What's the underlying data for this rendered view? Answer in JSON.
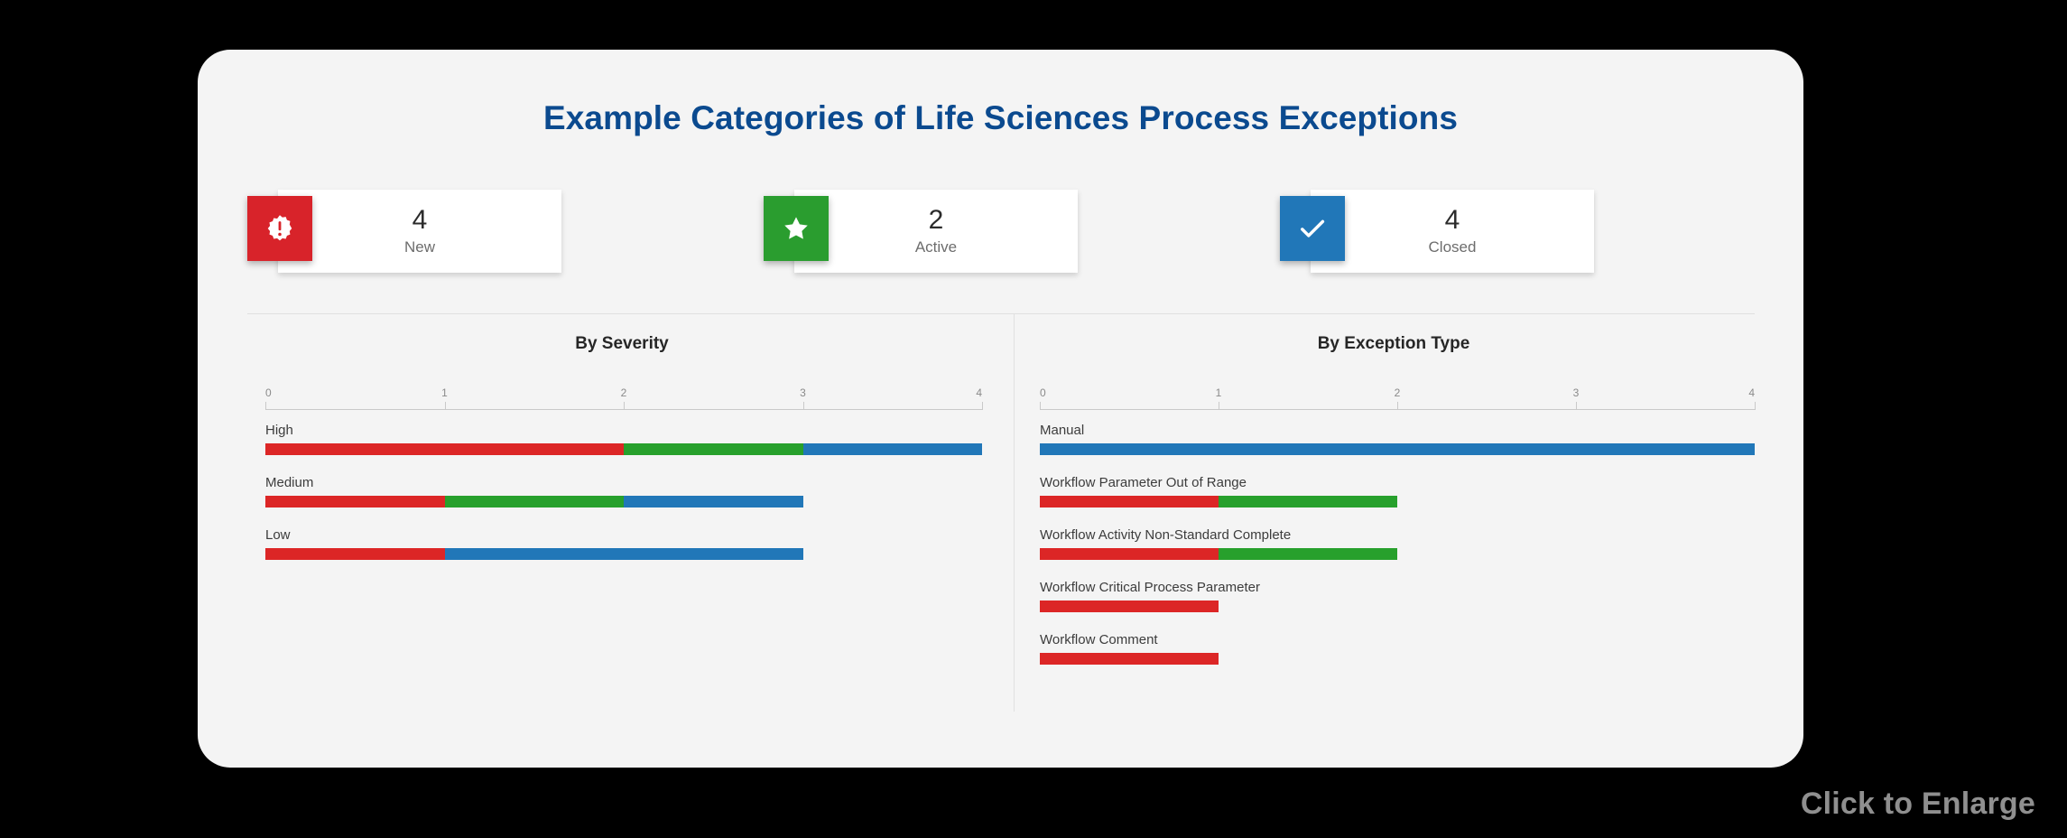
{
  "title": "Example Categories of Life Sciences Process Exceptions",
  "footer": {
    "click_to_enlarge": "Click to Enlarge"
  },
  "colors": {
    "title_blue": "#0b4a8f",
    "red": "#dc2626",
    "green": "#27a02c",
    "blue": "#2177b8",
    "card_background": "#f4f4f4",
    "page_background": "#000000",
    "divider": "#e0e0e0",
    "axis": "#c9c9c9"
  },
  "stats": [
    {
      "value": "4",
      "label": "New",
      "icon": "exclamation-seal-icon",
      "color": "#d8232a"
    },
    {
      "value": "2",
      "label": "Active",
      "icon": "star-icon",
      "color": "#2a9d2f"
    },
    {
      "value": "4",
      "label": "Closed",
      "icon": "check-icon",
      "color": "#2177b8"
    }
  ],
  "chart_data": [
    {
      "type": "bar",
      "orientation": "horizontal",
      "stacked": true,
      "title": "By Severity",
      "xlabel": "",
      "ylabel": "",
      "xlim": [
        0,
        4
      ],
      "ticks": [
        "0",
        "1",
        "2",
        "3",
        "4"
      ],
      "grid": false,
      "legend": "none",
      "categories": [
        "High",
        "Medium",
        "Low"
      ],
      "series": [
        {
          "name": "New",
          "color": "#dc2626",
          "values": [
            2,
            1,
            1
          ]
        },
        {
          "name": "Active",
          "color": "#27a02c",
          "values": [
            1,
            1,
            0
          ]
        },
        {
          "name": "Closed",
          "color": "#2177b8",
          "values": [
            1,
            1,
            2
          ]
        }
      ],
      "totals": [
        4,
        3,
        3
      ]
    },
    {
      "type": "bar",
      "orientation": "horizontal",
      "stacked": true,
      "title": "By Exception Type",
      "xlabel": "",
      "ylabel": "",
      "xlim": [
        0,
        4
      ],
      "ticks": [
        "0",
        "1",
        "2",
        "3",
        "4"
      ],
      "grid": false,
      "legend": "none",
      "categories": [
        "Manual",
        "Workflow Parameter Out of Range",
        "Workflow Activity Non-Standard Complete",
        "Workflow Critical Process Parameter",
        "Workflow Comment"
      ],
      "series": [
        {
          "name": "New",
          "color": "#dc2626",
          "values": [
            0,
            1,
            1,
            1,
            1
          ]
        },
        {
          "name": "Active",
          "color": "#27a02c",
          "values": [
            0,
            1,
            1,
            0,
            0
          ]
        },
        {
          "name": "Closed",
          "color": "#2177b8",
          "values": [
            4,
            0,
            0,
            0,
            0
          ]
        }
      ],
      "totals": [
        4,
        2,
        2,
        1,
        1
      ]
    }
  ]
}
